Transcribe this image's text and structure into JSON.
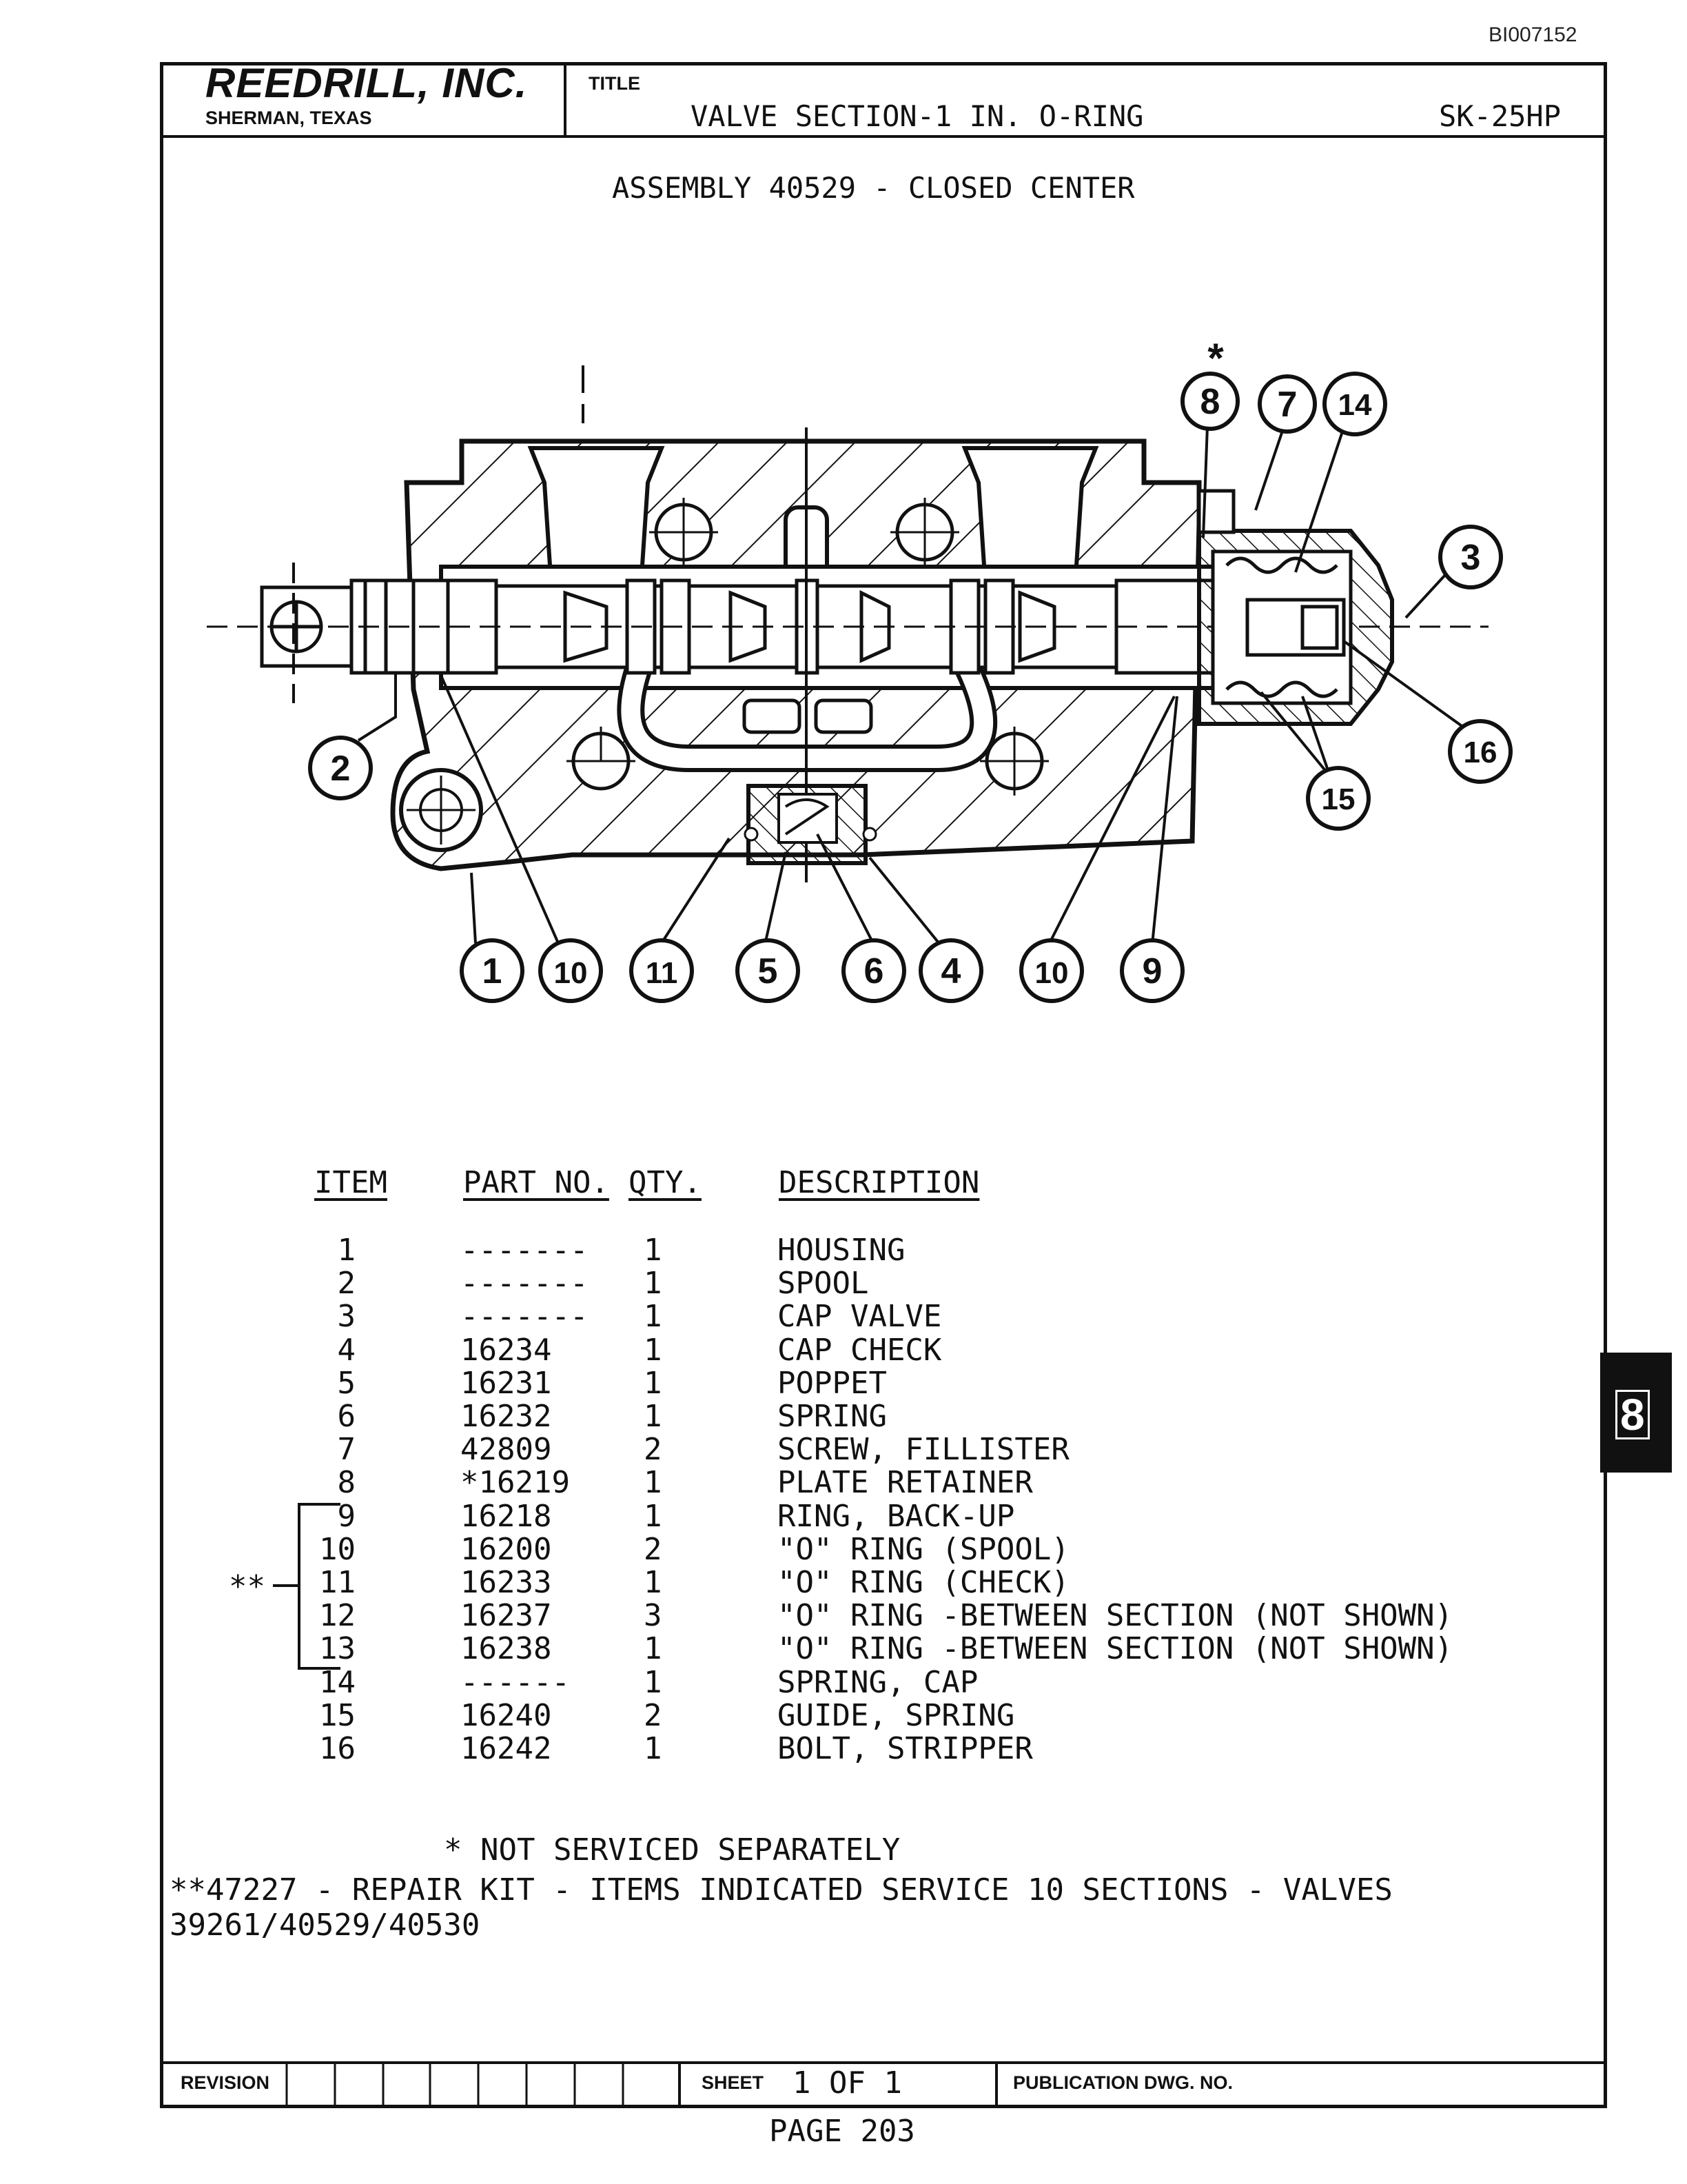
{
  "doc_id": "BI007152",
  "header": {
    "company": "REEDRILL, INC.",
    "location": "SHERMAN, TEXAS",
    "title_label": "TITLE",
    "title": "VALVE SECTION-1 IN. O-RING",
    "model": "SK-25HP"
  },
  "assembly": "ASSEMBLY 40529 - CLOSED CENTER",
  "callouts": {
    "c1": "1",
    "c2": "2",
    "c3": "3",
    "c4": "4",
    "c5": "5",
    "c6": "6",
    "c7": "7",
    "c8": "8",
    "c8_star": "*",
    "c9": "9",
    "c10a": "10",
    "c10b": "10",
    "c11": "11",
    "c14": "14",
    "c15": "15",
    "c16": "16"
  },
  "parts_table": {
    "headers": {
      "item": "ITEM",
      "part_no": "PART NO.",
      "qty": "QTY.",
      "description": "DESCRIPTION"
    },
    "rows": [
      {
        "item": "1",
        "part_no": "-------",
        "qty": "1",
        "description": "HOUSING"
      },
      {
        "item": "2",
        "part_no": "-------",
        "qty": "1",
        "description": "SPOOL"
      },
      {
        "item": "3",
        "part_no": "-------",
        "qty": "1",
        "description": "CAP VALVE"
      },
      {
        "item": "4",
        "part_no": "16234",
        "qty": "1",
        "description": "CAP CHECK"
      },
      {
        "item": "5",
        "part_no": "16231",
        "qty": "1",
        "description": "POPPET"
      },
      {
        "item": "6",
        "part_no": "16232",
        "qty": "1",
        "description": "SPRING"
      },
      {
        "item": "7",
        "part_no": "42809",
        "qty": "2",
        "description": "SCREW, FILLISTER"
      },
      {
        "item": "8",
        "part_no": "*16219",
        "qty": "1",
        "description": "PLATE RETAINER"
      },
      {
        "item": "9",
        "part_no": "16218",
        "qty": "1",
        "description": "RING, BACK-UP"
      },
      {
        "item": "10",
        "part_no": "16200",
        "qty": "2",
        "description": "\"O\" RING (SPOOL)"
      },
      {
        "item": "11",
        "part_no": "16233",
        "qty": "1",
        "description": "\"O\" RING (CHECK)"
      },
      {
        "item": "12",
        "part_no": "16237",
        "qty": "3",
        "description": "\"O\" RING -BETWEEN SECTION (NOT SHOWN)"
      },
      {
        "item": "13",
        "part_no": "16238",
        "qty": "1",
        "description": "\"O\" RING -BETWEEN SECTION (NOT SHOWN)"
      },
      {
        "item": "14",
        "part_no": "------",
        "qty": "1",
        "description": "SPRING, CAP"
      },
      {
        "item": "15",
        "part_no": "16240",
        "qty": "2",
        "description": "GUIDE, SPRING"
      },
      {
        "item": "16",
        "part_no": "16242",
        "qty": "1",
        "description": "BOLT, STRIPPER"
      }
    ],
    "kit_marker": "**"
  },
  "notes": {
    "not_serviced": "* NOT SERVICED SEPARATELY",
    "repair_kit": "**47227 - REPAIR KIT - ITEMS INDICATED SERVICE 10 SECTIONS - VALVES 39261/40529/40530"
  },
  "footer": {
    "revision_label": "REVISION",
    "sheet_label": "SHEET",
    "sheet_value": "1 OF 1",
    "publication_label": "PUBLICATION DWG. NO.",
    "page": "PAGE 203"
  },
  "tab": "8"
}
